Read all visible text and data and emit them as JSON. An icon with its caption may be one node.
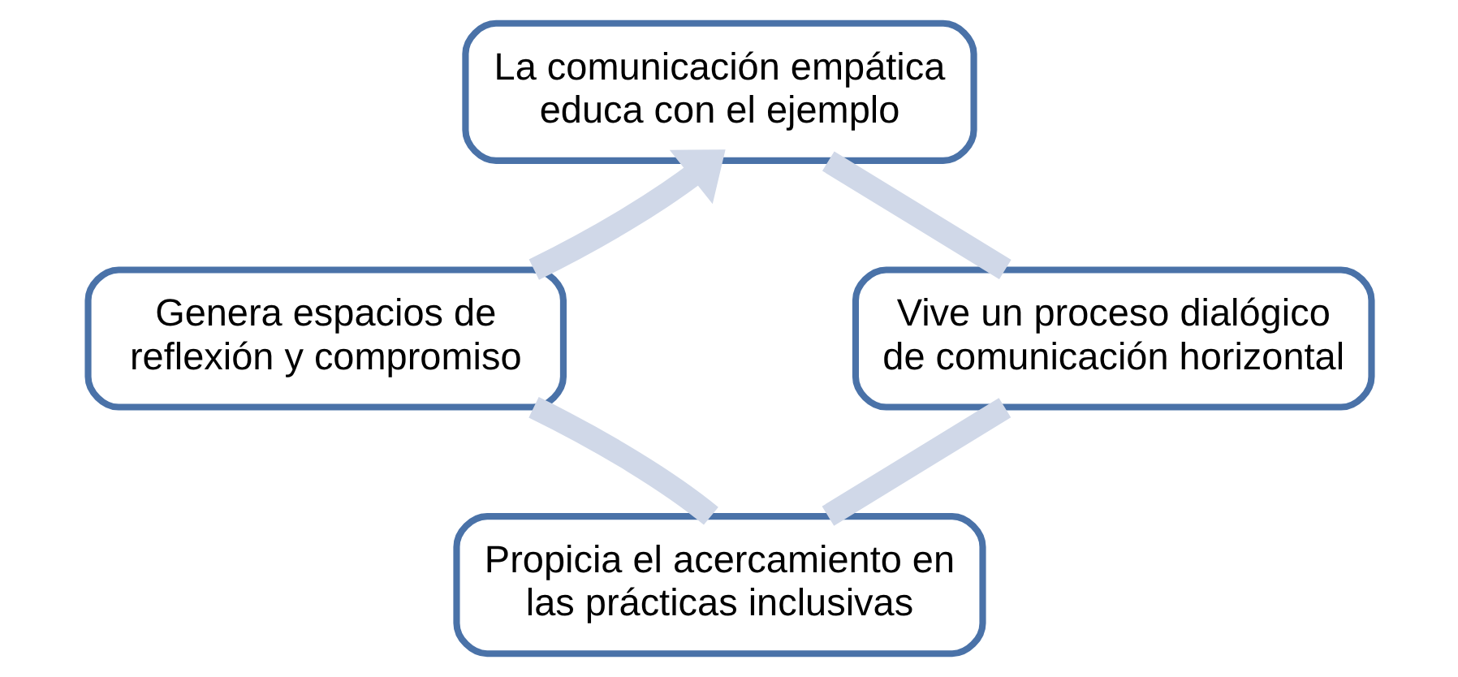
{
  "diagram": {
    "nodes": [
      {
        "text": [
          "La comunicación empática educa con el ejemplo"
        ]
      },
      {
        "text": [
          "Vive un proceso dialógico de comunicación horizontal"
        ]
      },
      {
        "text": [
          "Propicia el acercamiento en las prácticas inclusivas"
        ]
      },
      {
        "text": [
          "Genera espacios de reflexión y compromiso"
        ]
      }
    ],
    "edges": [
      {
        "from": 0,
        "to": 1,
        "arrow": "none"
      },
      {
        "from": 1,
        "to": 2,
        "arrow": "none"
      },
      {
        "from": 2,
        "to": 3,
        "arrow": "none"
      },
      {
        "from": 3,
        "to": 0,
        "arrow": "to"
      }
    ]
  }
}
